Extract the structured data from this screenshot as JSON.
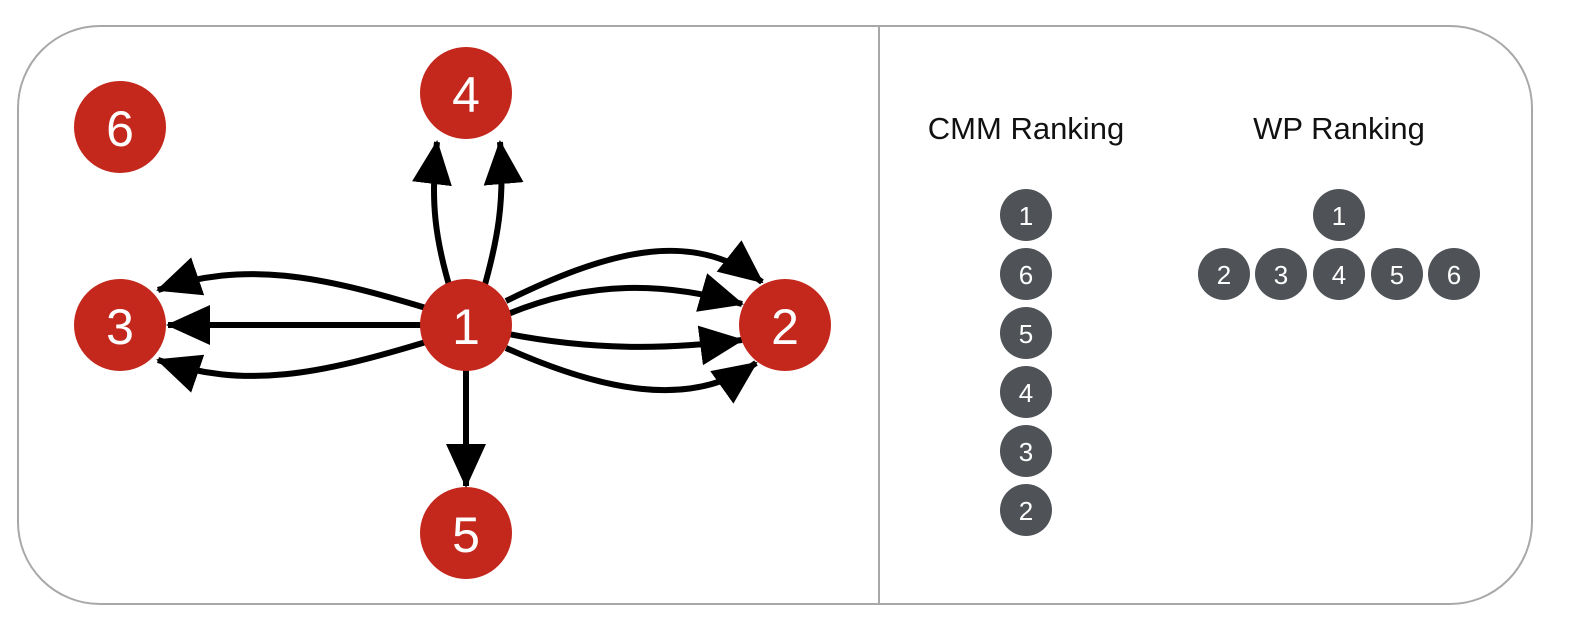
{
  "colors": {
    "node_fill": "#c4271c",
    "rank_fill": "#4f5257",
    "edge": "#000000",
    "frame": "#a8a8a8"
  },
  "graph": {
    "nodes": [
      {
        "id": "1",
        "label": "1"
      },
      {
        "id": "2",
        "label": "2"
      },
      {
        "id": "3",
        "label": "3"
      },
      {
        "id": "4",
        "label": "4"
      },
      {
        "id": "5",
        "label": "5"
      },
      {
        "id": "6",
        "label": "6"
      }
    ],
    "edges": [
      {
        "from": "1",
        "to": "4",
        "count": 2
      },
      {
        "from": "1",
        "to": "3",
        "count": 3
      },
      {
        "from": "1",
        "to": "2",
        "count": 4
      },
      {
        "from": "1",
        "to": "5",
        "count": 1
      }
    ]
  },
  "rankings": {
    "cmm": {
      "title": "CMM Ranking",
      "levels": [
        [
          "1"
        ],
        [
          "6"
        ],
        [
          "5"
        ],
        [
          "4"
        ],
        [
          "3"
        ],
        [
          "2"
        ]
      ]
    },
    "wp": {
      "title": "WP Ranking",
      "levels": [
        [
          "1"
        ],
        [
          "2",
          "3",
          "4",
          "5",
          "6"
        ]
      ]
    }
  }
}
